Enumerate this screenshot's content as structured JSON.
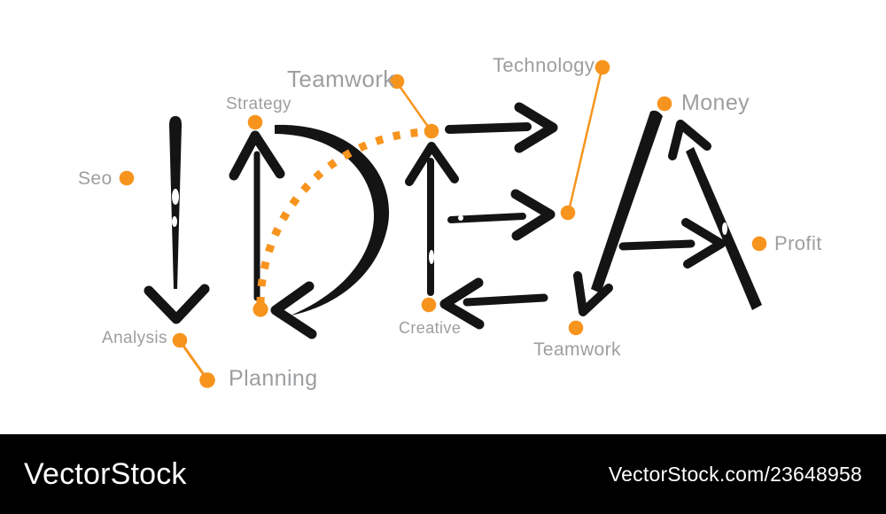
{
  "colors": {
    "accent": "#F7941E",
    "ink": "#141414",
    "label": "#9C9EA0",
    "bar-bg": "#000000",
    "bar-text": "#FFFFFF",
    "canvas": "#FFFFFF"
  },
  "artwork": {
    "concept_word": "IDEA",
    "labels": [
      {
        "id": "seo",
        "text": "Seo"
      },
      {
        "id": "strategy",
        "text": "Strategy"
      },
      {
        "id": "teamwork-top",
        "text": "Teamwork"
      },
      {
        "id": "technology",
        "text": "Technology"
      },
      {
        "id": "money",
        "text": "Money"
      },
      {
        "id": "profit",
        "text": "Profit"
      },
      {
        "id": "creative",
        "text": "Creative"
      },
      {
        "id": "teamwork-bottom",
        "text": "Teamwork"
      },
      {
        "id": "analysis",
        "text": "Analysis"
      },
      {
        "id": "planning",
        "text": "Planning"
      }
    ]
  },
  "watermark": {
    "brand": "VectorStock",
    "credit": "VectorStock.com/23648958"
  }
}
